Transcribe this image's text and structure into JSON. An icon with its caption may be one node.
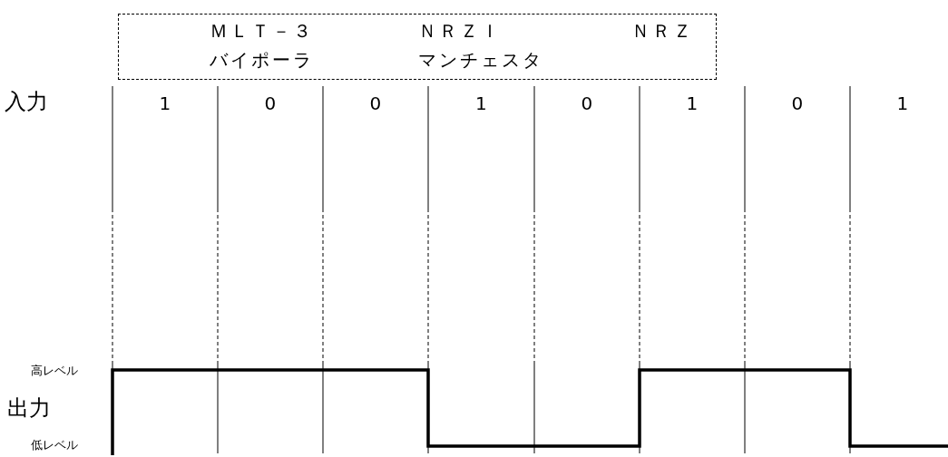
{
  "diagram": {
    "nodes": [
      {
        "text": [
          "ＭＬＴ－３",
          "ＮＲＺＩ",
          "ＮＲＺ",
          "バイポーラ",
          "マンチェスタ"
        ]
      }
    ],
    "labels": [
      "入力",
      "1",
      "0",
      "0",
      "1",
      "0",
      "1",
      "0",
      "1",
      "高レベル",
      "出力",
      "低レベル"
    ]
  }
}
